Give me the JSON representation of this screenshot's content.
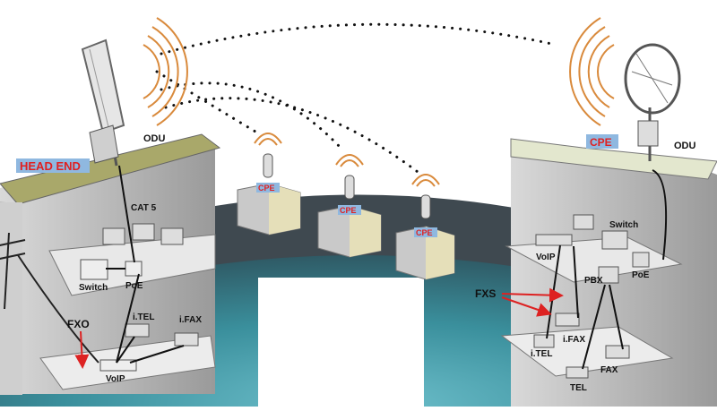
{
  "labels": {
    "head_end": "HEAD END",
    "odu_left": "ODU",
    "odu_right": "ODU",
    "cat5": "CAT 5",
    "switch_left": "Switch",
    "poe_left": "PoE",
    "itel_left": "i.TEL",
    "ifax_left": "i.FAX",
    "fxo": "FXO",
    "voip_left": "VoIP",
    "cpe_1": "CPE",
    "cpe_2": "CPE",
    "cpe_3": "CPE",
    "cpe_right": "CPE",
    "switch_right": "Switch",
    "voip_right": "VoIP",
    "pbx": "PBX",
    "poe_right": "PoE",
    "fxs": "FXS",
    "ifax_right": "i.FAX",
    "itel_right": "i.TEL",
    "fax": "FAX",
    "tel": "TEL"
  },
  "colors": {
    "label_box": "#8fb8e0",
    "head_end_text": "#e02020",
    "cpe_text": "#e02020",
    "roof_left": "#a9a86a",
    "roof_right": "#e3e7ce",
    "wave": "#d98a3c",
    "arrow": "#dd2222",
    "ground_dark": "#3f4950",
    "ground_teal": "#3a8f9c"
  },
  "icons": [
    "sector-antenna-icon",
    "grid-dish-antenna-icon",
    "building-icon",
    "utility-pole-icon",
    "computer-icon",
    "switch-icon",
    "phone-icon",
    "fax-icon"
  ]
}
